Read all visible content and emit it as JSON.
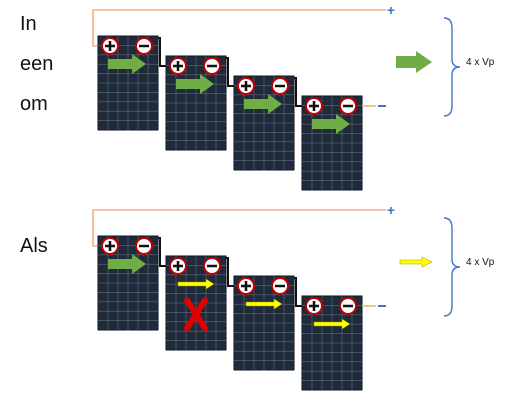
{
  "left_text": {
    "top_words": [
      "In",
      "een",
      "om"
    ],
    "bottom_word": "Als"
  },
  "top_section": {
    "voltage_label": "4 x Vp",
    "output_arrow_color": "#70AD47"
  },
  "bottom_section": {
    "voltage_label": "4 x Vp",
    "output_arrow_color": "#FFFF00"
  },
  "colors": {
    "wire": "#F4B183",
    "plus_terminal": "#4472C4",
    "minus_terminal": "#4472C4",
    "panel": "#1F2A3A",
    "panel_grid": "#5E6E7E",
    "terminal_ring": "#C00000",
    "green_arrow": "#70AD47",
    "yellow_arrow": "#FFFF00",
    "fault_cross": "#E00000",
    "brace": "#4472C4"
  },
  "icons": {
    "plus_terminal": "plus-icon",
    "minus_terminal": "minus-icon",
    "fault": "cross-icon"
  }
}
